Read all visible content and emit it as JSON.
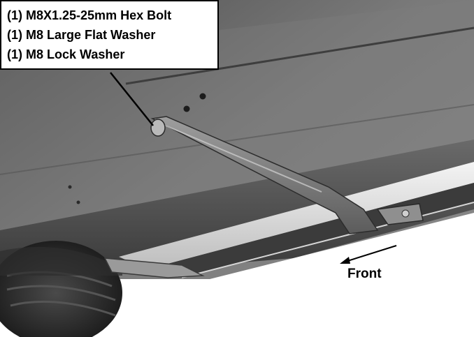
{
  "callout": {
    "lines": [
      "(1) M8X1.25-25mm Hex Bolt",
      "(1) M8 Large Flat Washer",
      "(1) M8 Lock Washer"
    ]
  },
  "direction_label": "Front",
  "icons": {
    "leader": "leader-line-icon",
    "direction": "front-arrow-icon"
  },
  "colors": {
    "text": "#000000",
    "box_border": "#000000",
    "box_fill": "#ffffff",
    "underbody": "#6f6f6f",
    "bracket": "#8a8a8a",
    "rocker_highlight": "#e9e9e9",
    "tire": "#2a2a2a"
  }
}
